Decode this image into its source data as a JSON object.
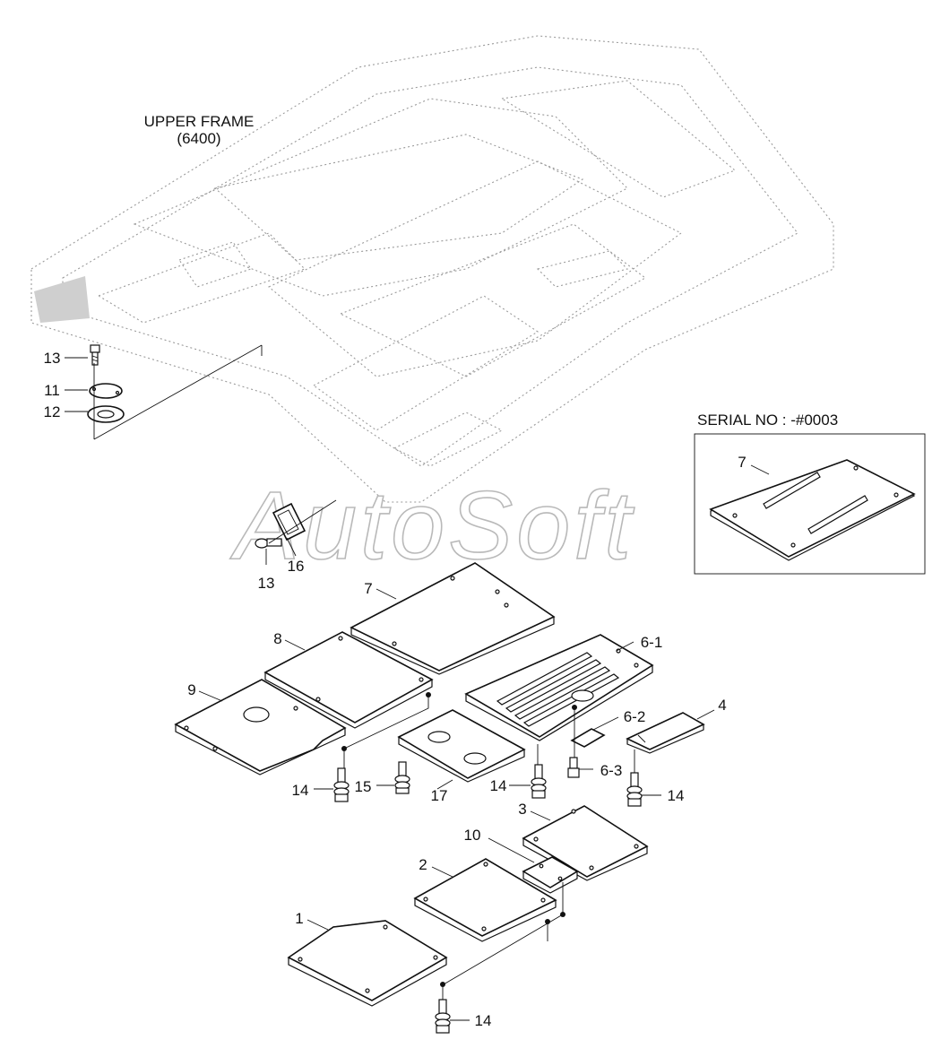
{
  "diagram": {
    "frame_label": "UPPER FRAME",
    "frame_code": "(6400)",
    "serial_label": "SERIAL NO : -#0003",
    "watermark": "AutoSoft"
  },
  "callouts": {
    "c13a": "13",
    "c11": "11",
    "c12": "12",
    "c13b": "13",
    "c16": "16",
    "c7a": "7",
    "c7b": "7",
    "c8": "8",
    "c9": "9",
    "c61": "6-1",
    "c62": "6-2",
    "c63": "6-3",
    "c4": "4",
    "c14a": "14",
    "c15": "15",
    "c17": "17",
    "c14b": "14",
    "c14c": "14",
    "c3": "3",
    "c10": "10",
    "c2": "2",
    "c1": "1",
    "c14d": "14"
  }
}
